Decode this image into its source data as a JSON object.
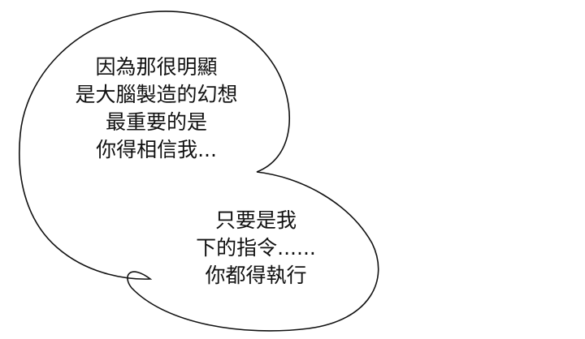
{
  "comic": {
    "bubble_top": {
      "lines": [
        "因為那很明顯",
        "是大腦製造的幻想",
        "最重要的是",
        "你得相信我..."
      ]
    },
    "bubble_bottom": {
      "lines": [
        "只要是我",
        "下的指令......",
        "你都得執行"
      ]
    }
  },
  "colors": {
    "background": "#ffffff",
    "outline": "#111111",
    "text": "#111111"
  }
}
